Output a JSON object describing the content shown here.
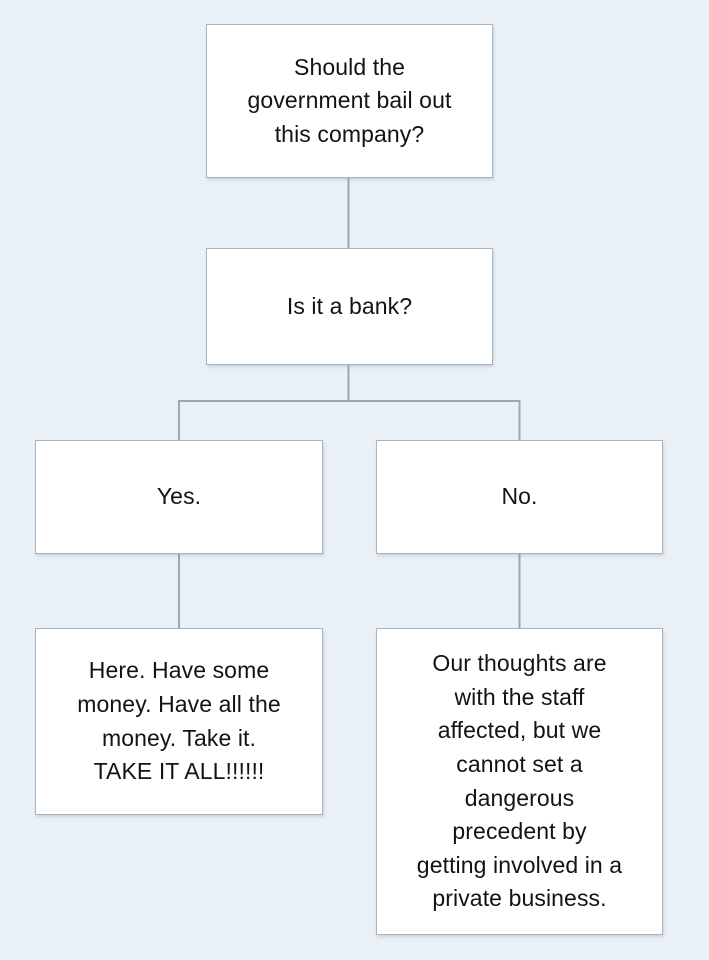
{
  "flowchart": {
    "title": "Should the government bail out this company?",
    "colors": {
      "background": "#eaf1f6",
      "node_fill": "#ffffff",
      "node_border": "#aab4c1",
      "edge": "#9aa7b5",
      "text": "#131313"
    },
    "nodes": [
      {
        "id": "root",
        "role": "question",
        "text": "Should the\ngovernment bail out\nthis company?"
      },
      {
        "id": "question",
        "role": "question",
        "text": "Is it a bank?"
      },
      {
        "id": "yes",
        "role": "answer",
        "text": "Yes."
      },
      {
        "id": "no",
        "role": "answer",
        "text": "No."
      },
      {
        "id": "yes-out",
        "role": "outcome",
        "text": "Here. Have some\nmoney. Have all the\nmoney. Take it.\nTAKE IT ALL!!!!!!"
      },
      {
        "id": "no-out",
        "role": "outcome",
        "text": "Our thoughts are\nwith the staff\naffected, but we\ncannot set a\ndangerous\nprecedent by\ngetting involved in a\nprivate business."
      }
    ],
    "edges": [
      {
        "from": "root",
        "to": "question",
        "style": "straight"
      },
      {
        "from": "question",
        "to": "yes",
        "style": "elbow-left"
      },
      {
        "from": "question",
        "to": "no",
        "style": "elbow-right"
      },
      {
        "from": "yes",
        "to": "yes-out",
        "style": "straight"
      },
      {
        "from": "no",
        "to": "no-out",
        "style": "straight"
      }
    ]
  }
}
